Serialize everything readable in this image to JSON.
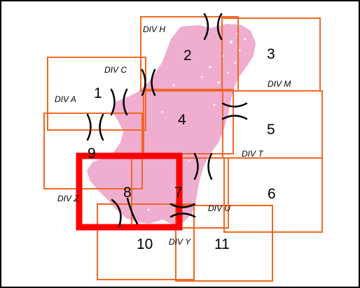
{
  "map": {
    "colors": {
      "land": "#efadd0",
      "sheet_outline": "#f26722",
      "highlight": "#ff0000",
      "frame": "#000000",
      "background": "#ffffff"
    },
    "highlighted_sheet": "8",
    "sheets": [
      {
        "number": "1",
        "division": "DIV A"
      },
      {
        "number": "2",
        "division": "DIV H"
      },
      {
        "number": "3",
        "division": ""
      },
      {
        "number": "4",
        "division": "DIV C"
      },
      {
        "number": "5",
        "division": "DIV M"
      },
      {
        "number": "6",
        "division": ""
      },
      {
        "number": "7",
        "division": "DIV U"
      },
      {
        "number": "8",
        "division": "DIV Z"
      },
      {
        "number": "9",
        "division": ""
      },
      {
        "number": "10",
        "division": "DIV Y"
      },
      {
        "number": "11",
        "division": ""
      }
    ],
    "division_labels": [
      "DIV H",
      "DIV C",
      "DIV M",
      "DIV A",
      "DIV T",
      "DIV Z",
      "DIV U",
      "DIV Y"
    ],
    "sheet_numbers": [
      "1",
      "2",
      "3",
      "4",
      "5",
      "6",
      "7",
      "8",
      "9",
      "10",
      "11"
    ],
    "boundary_symbol": "division-boundary-mark"
  }
}
